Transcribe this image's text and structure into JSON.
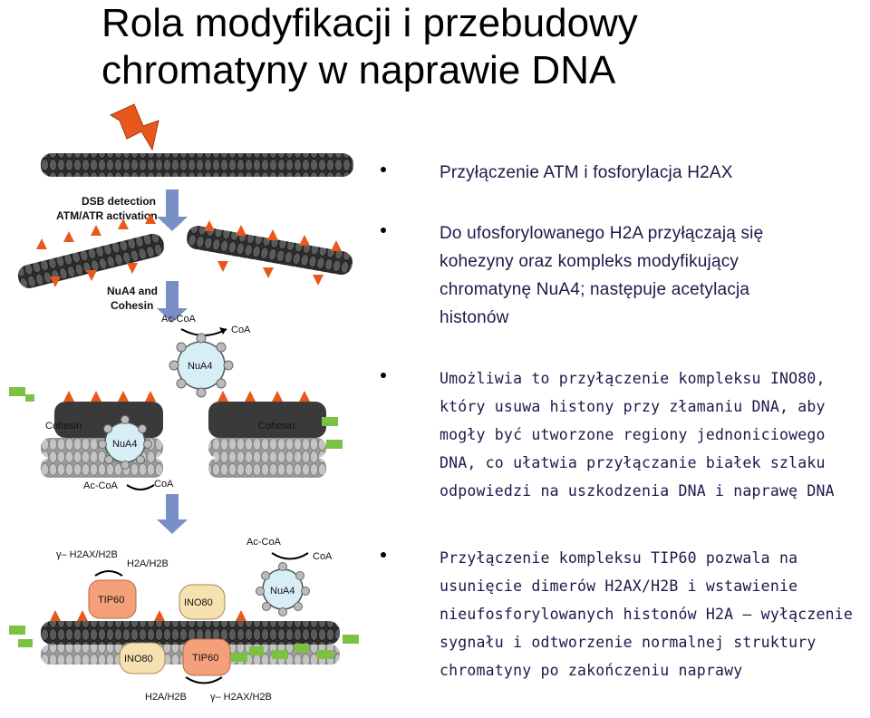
{
  "title": {
    "line1": "Rola modyfikacji i przebudowy",
    "line2": "chromatyny w naprawie DNA"
  },
  "bullets": [
    {
      "lines": [
        "Przyłączenie ATM i fosforylacja H2AX"
      ]
    },
    {
      "lines": [
        "Do ufosforylowanego H2A przyłączają się",
        "kohezyny oraz kompleks modyfikujący",
        "chromatynę NuA4; następuje acetylacja",
        "histonów"
      ]
    },
    {
      "lines": [
        "Umożliwia to przyłączenie kompleksu INO80,",
        "który usuwa histony przy złamaniu DNA, aby",
        "mogły być utworzone regiony jednoniciowego",
        "DNA, co ułatwia przyłączanie białek szlaku",
        "odpowiedzi na uszkodzenia DNA i naprawę DNA"
      ]
    },
    {
      "lines": [
        "Przyłączenie kompleksu TIP60 pozwala na",
        "usunięcie dimerów H2AX/H2B i wstawienie",
        "nieufosforylowanych histonów H2A – wyłączenie",
        "sygnału i odtworzenie normalnej struktury",
        "chromatyny po zakończeniu naprawy"
      ]
    }
  ],
  "figure": {
    "step1_l1": "DSB detection",
    "step1_l2": "ATM/ATR activation",
    "step2_l1": "NuA4 and",
    "step2_l2": "Cohesin",
    "acco": "Ac-CoA",
    "coa": "CoA",
    "nua4": "NuA4",
    "cohesin": "Cohesin",
    "gh2ax": "γ– H2AX/H2B",
    "h2ah2b": "H2A/H2B",
    "tip60": "TIP60",
    "ino80": "INO80",
    "colors": {
      "dna": "#3a3a3a",
      "phospho": "#e8581c",
      "arrow": "#7b8fc7",
      "green": "#7cc242",
      "tip60": "#f4a07a",
      "ino80": "#f6e2b0",
      "nua4": "#d8eef6"
    }
  }
}
